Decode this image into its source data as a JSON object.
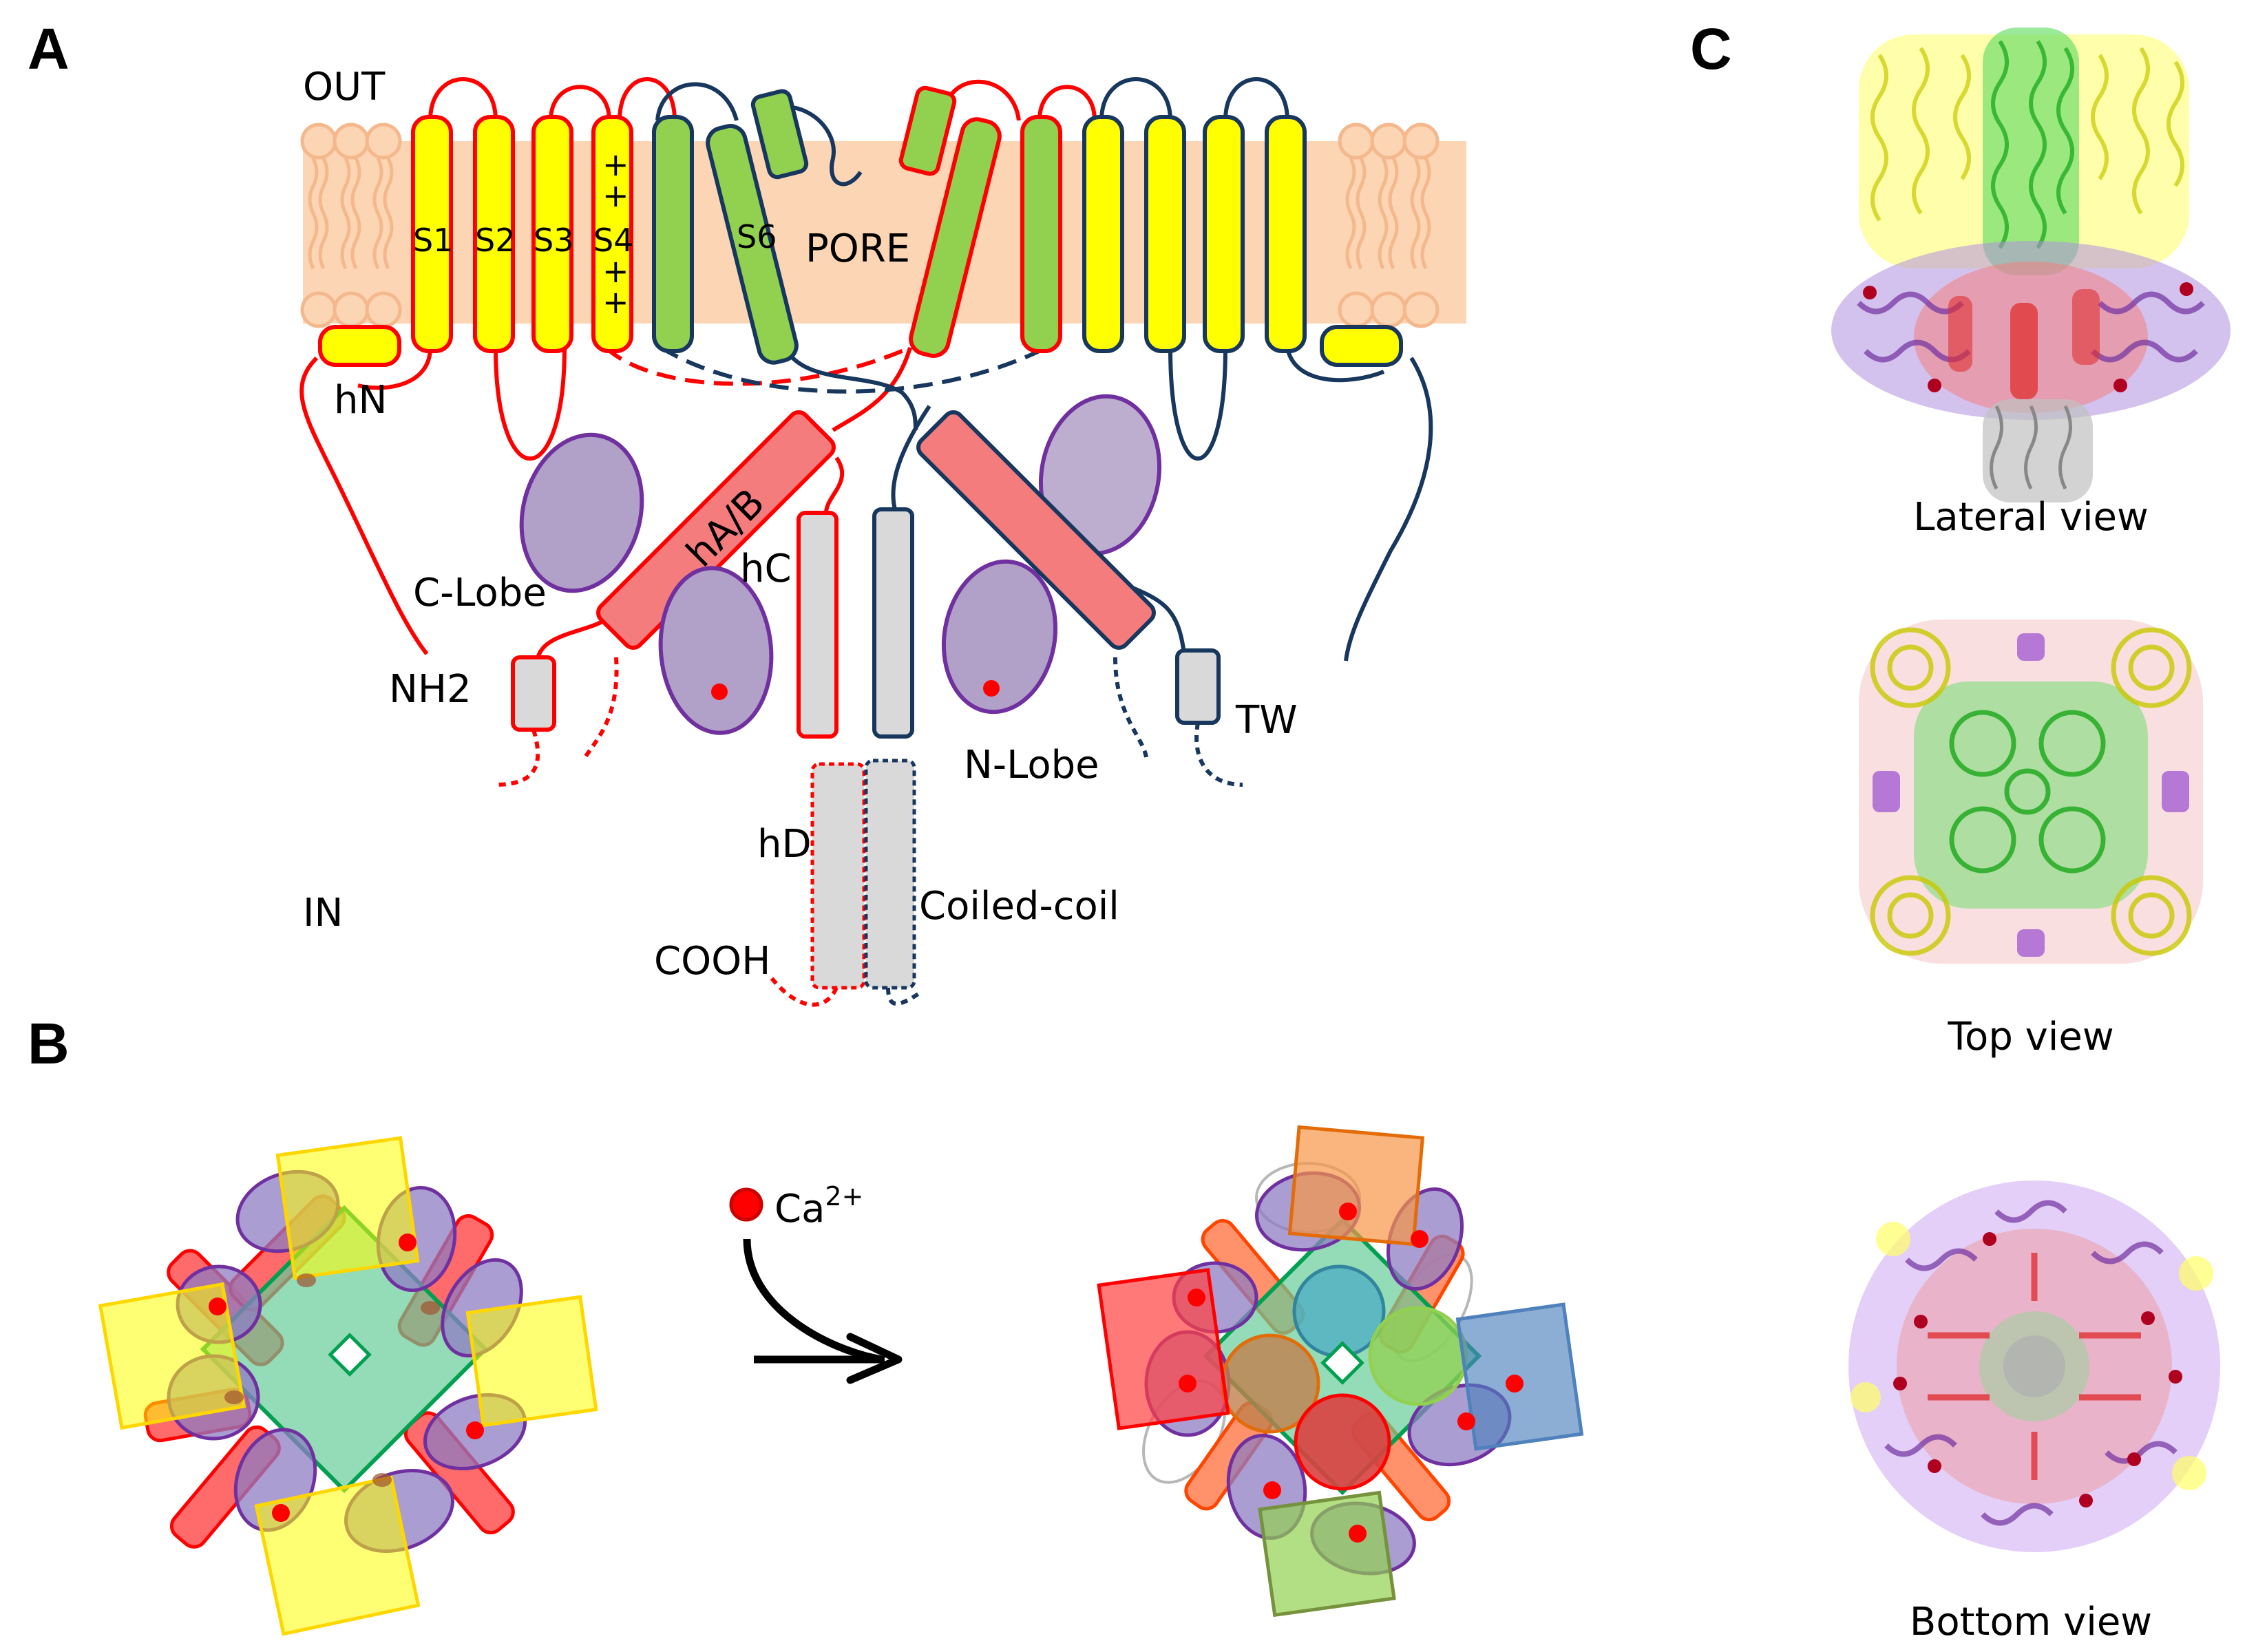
{
  "panels": {
    "a": "A",
    "b": "B",
    "c": "C"
  },
  "panel_a": {
    "out": "OUT",
    "in": "IN",
    "segments": [
      "S1",
      "S2",
      "S3",
      "S4"
    ],
    "s4_charges": [
      "+",
      "+",
      "+",
      "+"
    ],
    "s6": "S6",
    "pore": "PORE",
    "hn": "hN",
    "hab": "hA/B",
    "hc": "hC",
    "hd": "hD",
    "c_lobe": "C-Lobe",
    "n_lobe": "N-Lobe",
    "nh2": "NH2",
    "cooh": "COOH",
    "tw": "TW",
    "coiled_coil": "Coiled-coil"
  },
  "panel_b": {
    "ca_label": "Ca",
    "ca_charge": "2+"
  },
  "panel_c": {
    "captions": [
      "Lateral view",
      "Top view",
      "Bottom view"
    ]
  },
  "colors": {
    "membrane": "#fcd5b4",
    "vsd_yellow": "#ffff00",
    "pore_green": "#92d050",
    "helix_red": "#f47c7c",
    "lobe_purple": "#b1a0c7",
    "cytoplasmic_gray": "#d9d9d9",
    "subunit_red": "#ff0000",
    "subunit_navy": "#17375e",
    "calcium": "#ff0000"
  }
}
